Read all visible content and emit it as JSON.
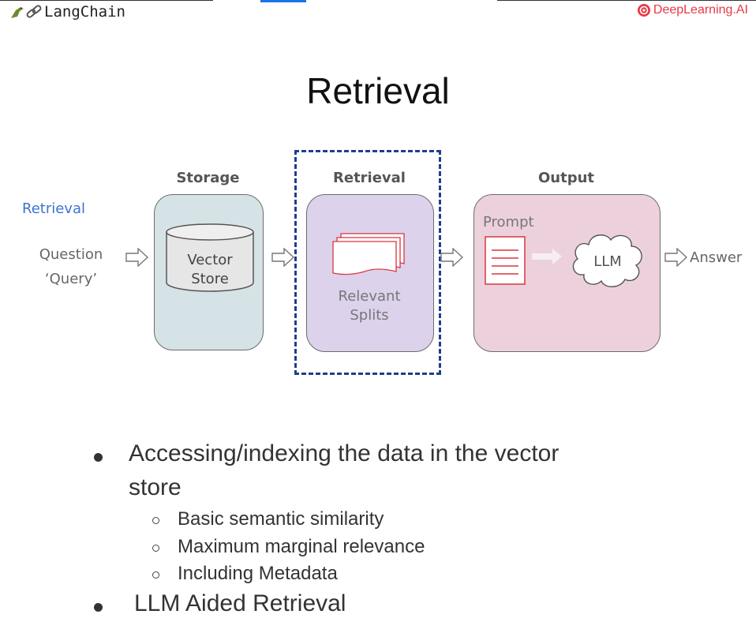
{
  "header": {
    "langchain_logo_text": "LangChain",
    "deeplearning_logo_text": "DeepLearning.AI",
    "brand_red": "#e63946",
    "link_blue": "#3b74d1"
  },
  "title": "Retrieval",
  "diagram": {
    "side_label_retrieval": "Retrieval",
    "question_line1": "Question",
    "question_line2": "‘Query’",
    "storage_label": "Storage",
    "vector_store_line1": "Vector",
    "vector_store_line2": "Store",
    "retrieval_label": "Retrieval",
    "relevant_line1": "Relevant",
    "relevant_line2": "Splits",
    "output_label": "Output",
    "prompt_label": "Prompt",
    "llm_label": "LLM",
    "answer_label": "Answer",
    "colors": {
      "storage_fill": "#d6e3e6",
      "retrieval_fill": "#ddd2ec",
      "output_fill": "#ecd1dc",
      "dashed_border": "#1c3f8f",
      "document_red": "#d9363e"
    }
  },
  "bullets": {
    "item1_line1": "Accessing/indexing the data in the vector",
    "item1_line2": "store",
    "sub1": "Basic semantic similarity",
    "sub2": "Maximum marginal relevance",
    "sub3": "Including Metadata",
    "item2": "LLM Aided Retrieval"
  }
}
